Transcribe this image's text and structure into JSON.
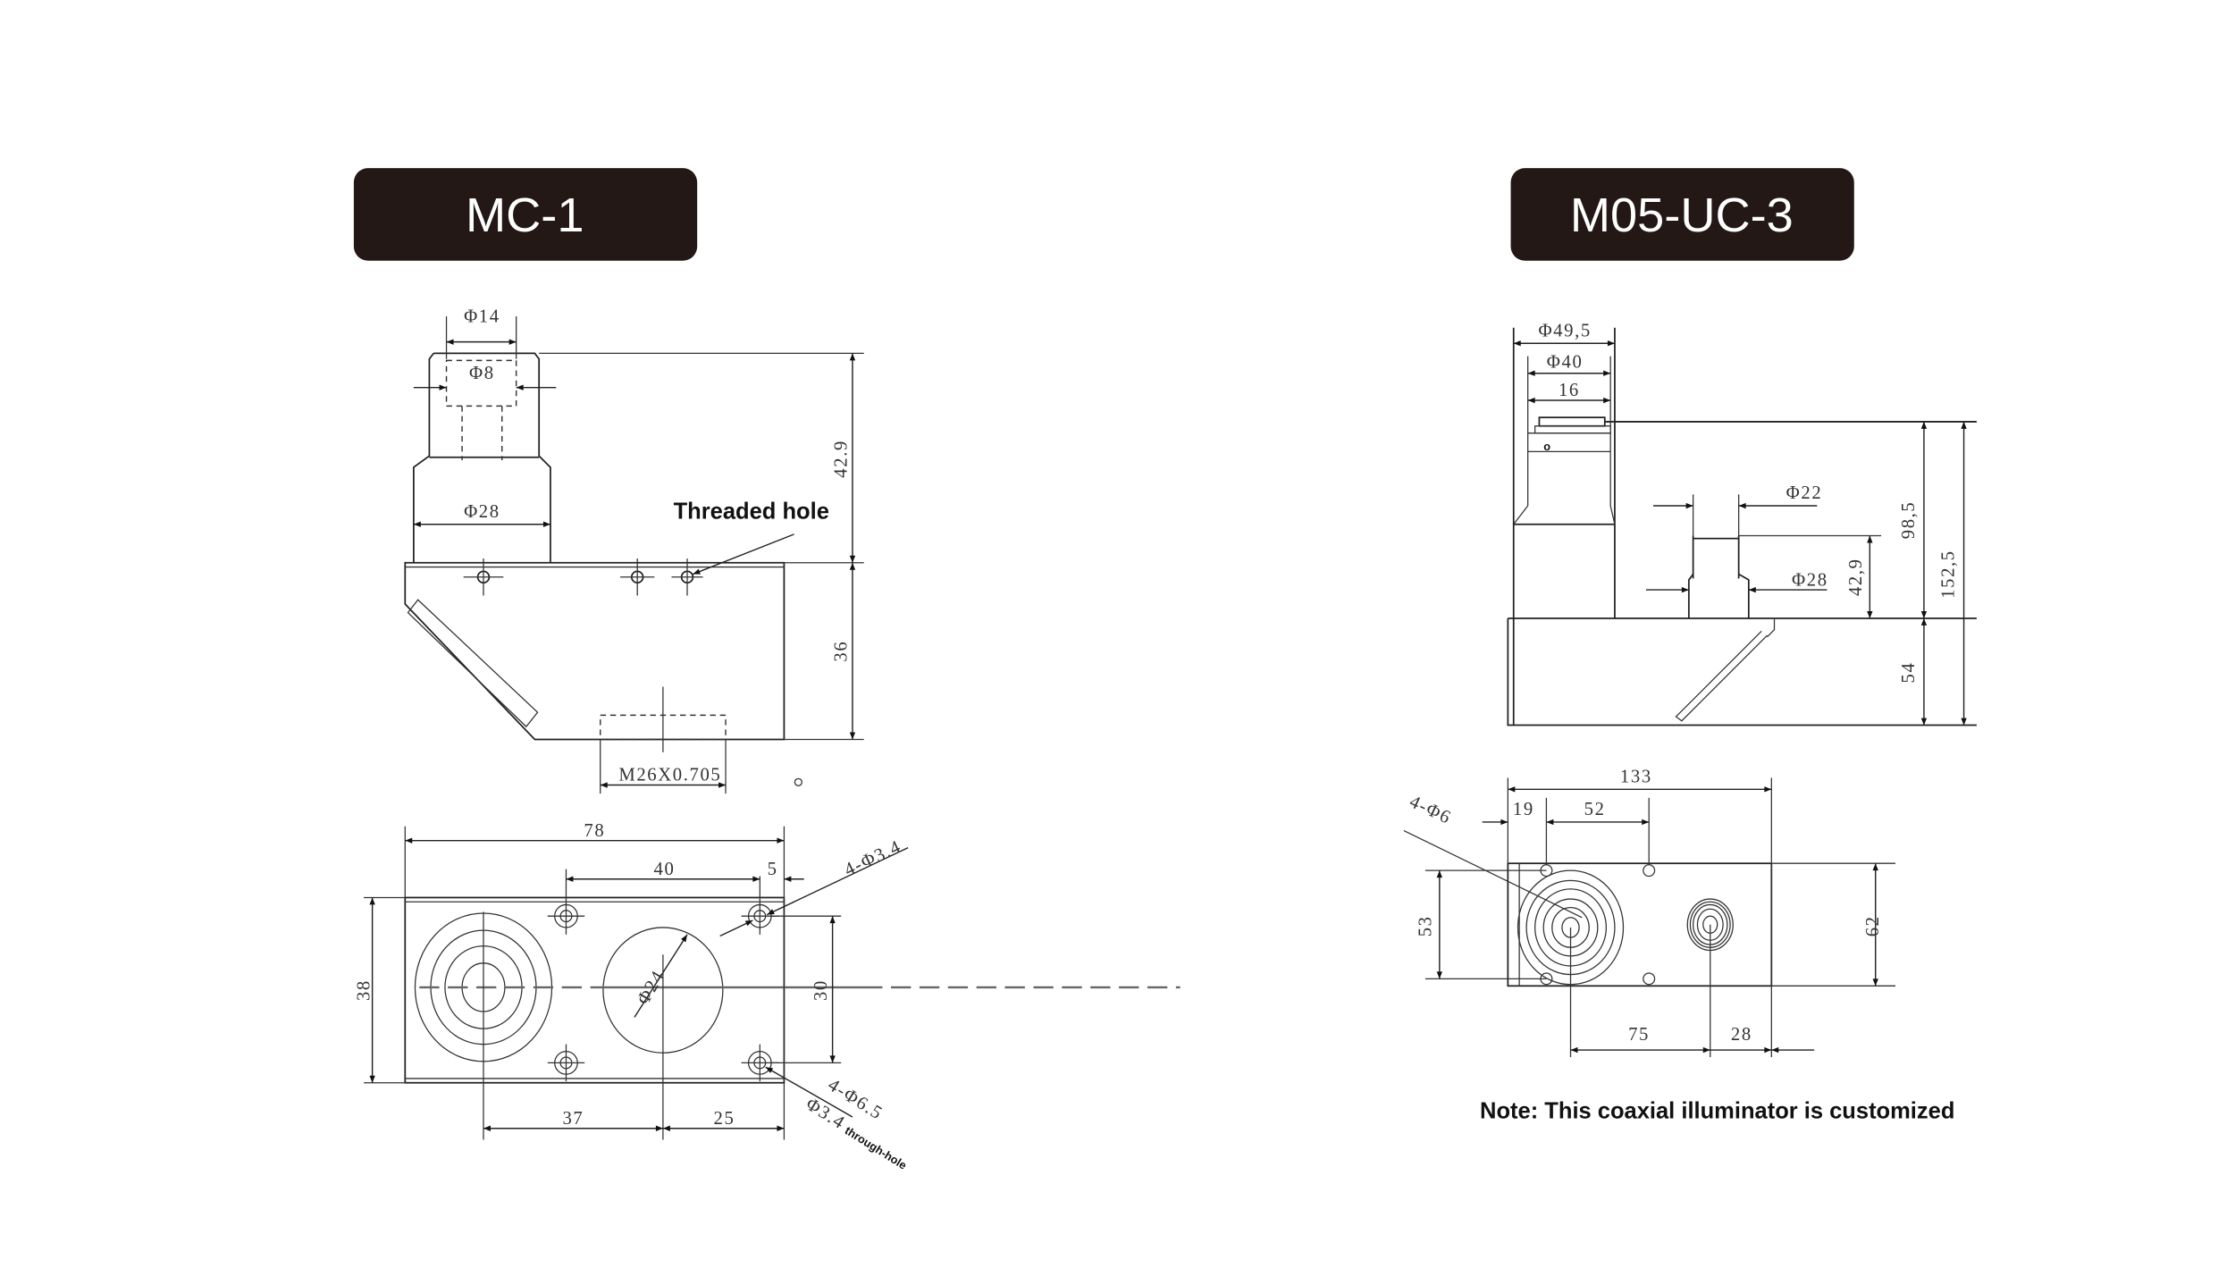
{
  "mc1": {
    "title": "MC-1",
    "side": {
      "d_phi14": "Φ14",
      "d_phi8": "Φ8",
      "d_phi28": "Φ28",
      "d_42_9": "42.9",
      "d_36": "36",
      "threaded_hole": "Threaded hole",
      "thread": "M26X0.705"
    },
    "bottom": {
      "d_78": "78",
      "d_40": "40",
      "d_5": "5",
      "d_holes": "4-Φ3.4",
      "d_38": "38",
      "d_30": "30",
      "d_phi24": "Φ24",
      "d_37": "37",
      "d_25": "25",
      "d_cbore": "4-Φ6.5",
      "d_thru": "Φ3.4",
      "through_hole": "through-hole"
    }
  },
  "m05": {
    "title": "M05-UC-3",
    "side": {
      "d_phi49_5": "Φ49,5",
      "d_phi40": "Φ40",
      "d_16": "16",
      "d_phi22": "Φ22",
      "d_phi28": "Φ28",
      "d_42_9": "42,9",
      "d_98_5": "98,5",
      "d_152_5": "152,5",
      "d_54": "54"
    },
    "bottom": {
      "d_133": "133",
      "d_19": "19",
      "d_52": "52",
      "d_holes": "4-Φ6",
      "d_53": "53",
      "d_62": "62",
      "d_75": "75",
      "d_28": "28"
    },
    "note": "Note: This coaxial illuminator is customized"
  }
}
